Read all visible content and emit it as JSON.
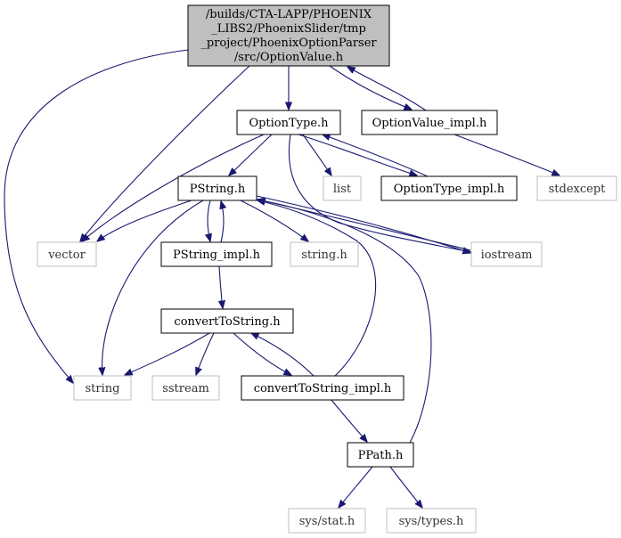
{
  "graph": {
    "nodes": [
      {
        "id": "optionvalue",
        "kind": "main",
        "lines": [
          "/builds/CTA-LAPP/PHOENIX",
          "_LIBS2/PhoenixSlider/tmp",
          "_project/PhoenixOptionParser",
          "/src/OptionValue.h"
        ]
      },
      {
        "id": "optiontype",
        "kind": "project",
        "lines": [
          "OptionType.h"
        ]
      },
      {
        "id": "optionvalue_impl",
        "kind": "project",
        "lines": [
          "OptionValue_impl.h"
        ]
      },
      {
        "id": "stdexcept",
        "kind": "system",
        "lines": [
          "stdexcept"
        ]
      },
      {
        "id": "pstring",
        "kind": "project",
        "lines": [
          "PString.h"
        ]
      },
      {
        "id": "list",
        "kind": "system",
        "lines": [
          "list"
        ]
      },
      {
        "id": "optiontype_impl",
        "kind": "project",
        "lines": [
          "OptionType_impl.h"
        ]
      },
      {
        "id": "vector",
        "kind": "system",
        "lines": [
          "vector"
        ]
      },
      {
        "id": "pstring_impl",
        "kind": "project",
        "lines": [
          "PString_impl.h"
        ]
      },
      {
        "id": "string_h",
        "kind": "system",
        "lines": [
          "string.h"
        ]
      },
      {
        "id": "iostream",
        "kind": "system",
        "lines": [
          "iostream"
        ]
      },
      {
        "id": "converttostring",
        "kind": "project",
        "lines": [
          "convertToString.h"
        ]
      },
      {
        "id": "string",
        "kind": "system",
        "lines": [
          "string"
        ]
      },
      {
        "id": "sstream",
        "kind": "system",
        "lines": [
          "sstream"
        ]
      },
      {
        "id": "converttostring_impl",
        "kind": "project",
        "lines": [
          "convertToString_impl.h"
        ]
      },
      {
        "id": "ppath",
        "kind": "project",
        "lines": [
          "PPath.h"
        ]
      },
      {
        "id": "sys_stat",
        "kind": "system",
        "lines": [
          "sys/stat.h"
        ]
      },
      {
        "id": "sys_types",
        "kind": "system",
        "lines": [
          "sys/types.h"
        ]
      }
    ],
    "edges": [
      {
        "from": "optionvalue",
        "to": "string"
      },
      {
        "from": "optionvalue",
        "to": "vector"
      },
      {
        "from": "optionvalue",
        "to": "optiontype"
      },
      {
        "from": "optionvalue",
        "to": "optionvalue_impl"
      },
      {
        "from": "optionvalue_impl",
        "to": "optionvalue"
      },
      {
        "from": "optionvalue_impl",
        "to": "stdexcept"
      },
      {
        "from": "optiontype",
        "to": "vector"
      },
      {
        "from": "optiontype",
        "to": "pstring"
      },
      {
        "from": "optiontype",
        "to": "list"
      },
      {
        "from": "optiontype",
        "to": "iostream"
      },
      {
        "from": "optiontype",
        "to": "optiontype_impl"
      },
      {
        "from": "optiontype_impl",
        "to": "optiontype"
      },
      {
        "from": "pstring",
        "to": "vector"
      },
      {
        "from": "pstring",
        "to": "string"
      },
      {
        "from": "pstring",
        "to": "pstring_impl"
      },
      {
        "from": "pstring",
        "to": "string_h"
      },
      {
        "from": "pstring",
        "to": "iostream"
      },
      {
        "from": "pstring_impl",
        "to": "pstring"
      },
      {
        "from": "pstring_impl",
        "to": "converttostring"
      },
      {
        "from": "iostream",
        "to": "pstring"
      },
      {
        "from": "converttostring",
        "to": "string"
      },
      {
        "from": "converttostring",
        "to": "sstream"
      },
      {
        "from": "converttostring",
        "to": "converttostring_impl"
      },
      {
        "from": "converttostring_impl",
        "to": "converttostring"
      },
      {
        "from": "converttostring_impl",
        "to": "pstring"
      },
      {
        "from": "converttostring_impl",
        "to": "ppath"
      },
      {
        "from": "ppath",
        "to": "pstring"
      },
      {
        "from": "ppath",
        "to": "sys_stat"
      },
      {
        "from": "ppath",
        "to": "sys_types"
      }
    ]
  },
  "colors": {
    "edge": "#191970",
    "main_node_fill": "#bfbfbf",
    "system_node_border": "#bfbfbf"
  }
}
